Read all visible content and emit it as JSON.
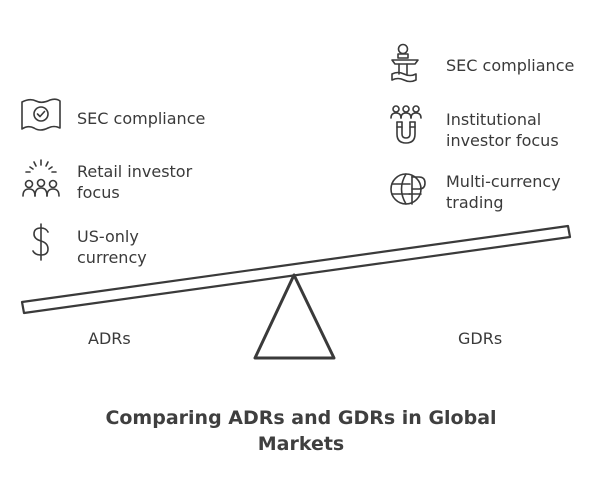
{
  "title_lines": [
    "Comparing ADRs and GDRs in Global",
    "Markets"
  ],
  "left": {
    "label": "ADRs",
    "items": [
      {
        "icon": "certificate-check-icon",
        "lines": [
          "SEC compliance"
        ]
      },
      {
        "icon": "retail-investors-icon",
        "lines": [
          "Retail investor",
          "focus"
        ]
      },
      {
        "icon": "dollar-sign-icon",
        "lines": [
          "US-only",
          "currency"
        ]
      }
    ]
  },
  "right": {
    "label": "GDRs",
    "items": [
      {
        "icon": "regulator-podium-icon",
        "lines": [
          "SEC compliance"
        ]
      },
      {
        "icon": "institutional-investors-magnet-icon",
        "lines": [
          "Institutional",
          "investor focus"
        ]
      },
      {
        "icon": "globe-currency-icon",
        "lines": [
          "Multi-currency",
          "trading"
        ]
      }
    ]
  },
  "colors": {
    "ink": "#3a3a3a",
    "background": "#ffffff"
  }
}
